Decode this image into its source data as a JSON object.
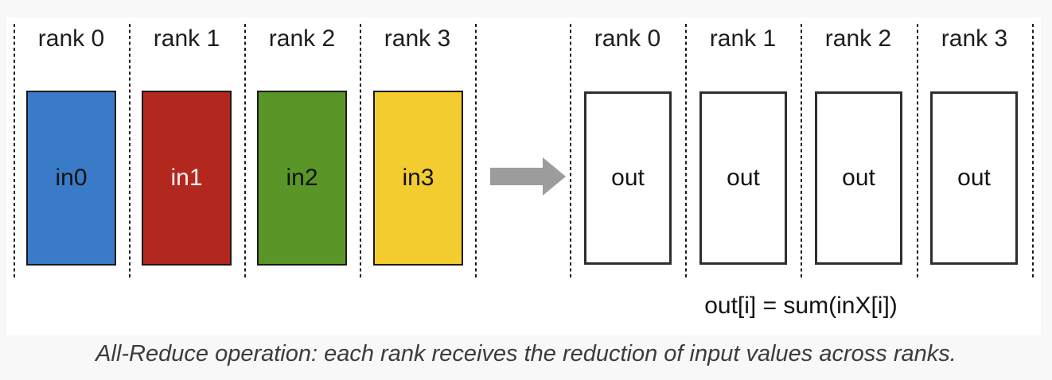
{
  "diagram": {
    "title_semantic": "all-reduce-operation",
    "input_group": {
      "columns": [
        {
          "rank": "rank 0",
          "cell": "in0",
          "color": "#3a7bc8",
          "text_color": "#111111"
        },
        {
          "rank": "rank 1",
          "cell": "in1",
          "color": "#b3281e",
          "text_color": "#f6f1f1"
        },
        {
          "rank": "rank 2",
          "cell": "in2",
          "color": "#5a9627",
          "text_color": "#111111"
        },
        {
          "rank": "rank 3",
          "cell": "in3",
          "color": "#f3cc2f",
          "text_color": "#111111"
        }
      ]
    },
    "output_group": {
      "columns": [
        {
          "rank": "rank 0",
          "cell": "out",
          "color": "#ffffff",
          "text_color": "#131313"
        },
        {
          "rank": "rank 1",
          "cell": "out",
          "color": "#ffffff",
          "text_color": "#131313"
        },
        {
          "rank": "rank 2",
          "cell": "out",
          "color": "#ffffff",
          "text_color": "#131313"
        },
        {
          "rank": "rank 3",
          "cell": "out",
          "color": "#ffffff",
          "text_color": "#131313"
        }
      ]
    },
    "arrow": {
      "direction": "right",
      "color": "#9c9c9c"
    },
    "formula": "out[i] = sum(inX[i])",
    "caption": "All-Reduce operation: each rank receives the reduction of input values across ranks.",
    "colors": {
      "page_background": "#f8f8f9",
      "panel_background": "#ffffff",
      "separator": "#1a1a1a",
      "label_text": "#1d1d1d",
      "caption_text": "#3c3c3c"
    }
  }
}
